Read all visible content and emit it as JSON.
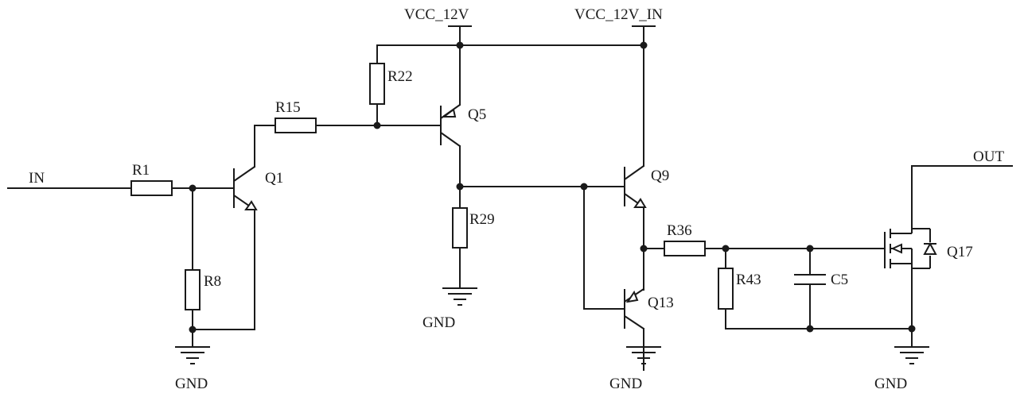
{
  "labels": {
    "vcc_12v": "VCC_12V",
    "vcc_12v_in": "VCC_12V_IN",
    "in": "IN",
    "out": "OUT",
    "gnd": "GND",
    "r1": "R1",
    "r8": "R8",
    "r15": "R15",
    "r22": "R22",
    "r29": "R29",
    "r36": "R36",
    "r43": "R43",
    "c5": "C5",
    "q1": "Q1",
    "q5": "Q5",
    "q9": "Q9",
    "q13": "Q13",
    "q17": "Q17"
  }
}
